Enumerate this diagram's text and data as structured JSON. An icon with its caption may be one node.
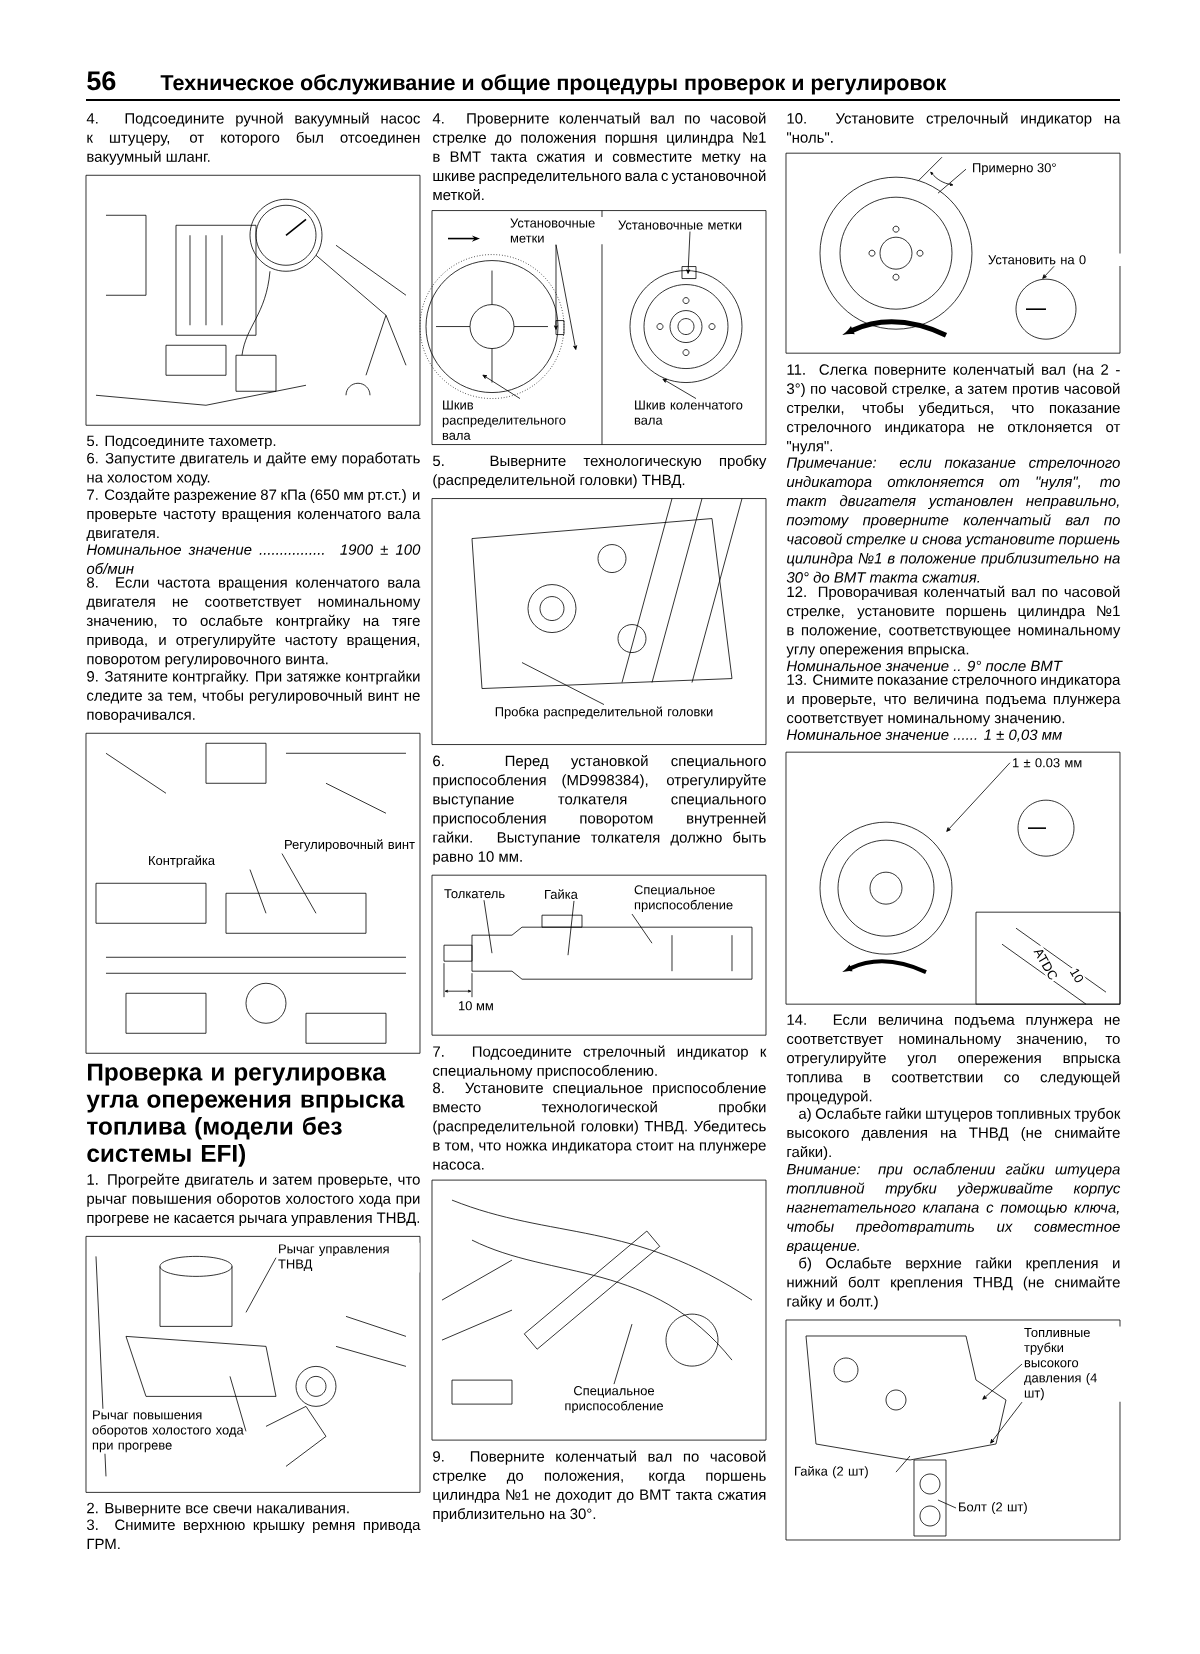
{
  "diagram": {
    "title": "Техническое обслуживание и общие процедуры проверок и регулировок",
    "nodes": [
      {
        "text": [
          "Контргайка"
        ]
      },
      {
        "text": [
          "Регулировочный винт"
        ]
      },
      {
        "text": [
          "Рычаг управления ТНВД"
        ]
      },
      {
        "text": [
          "Рычаг повышения оборотов холостого хода при прогреве"
        ]
      },
      {
        "text": [
          "Установочные метки"
        ]
      },
      {
        "text": [
          "Шкив распределительного вала"
        ]
      },
      {
        "text": [
          "Установочные метки"
        ]
      },
      {
        "text": [
          "Шкив коленчатого вала"
        ]
      },
      {
        "text": [
          "Пробка распределительной головки"
        ]
      },
      {
        "text": [
          "Толкатель"
        ]
      },
      {
        "text": [
          "Гайка"
        ]
      },
      {
        "text": [
          "Специальное приспособление"
        ]
      },
      {
        "text": [
          "Специальное приспособление"
        ]
      },
      {
        "text": [
          "Установить на 0"
        ]
      },
      {
        "text": [
          "1 ± 0.03 мм"
        ]
      },
      {
        "text": [
          "Топливные трубки высокого давления (4 шт)"
        ]
      },
      {
        "text": [
          "Гайка (2 шт)"
        ]
      },
      {
        "text": [
          "Болт (2 шт)"
        ]
      }
    ],
    "edges": [
      {
        "from": 0,
        "to": null,
        "arrow": "none"
      },
      {
        "from": 1,
        "to": null,
        "arrow": "none"
      },
      {
        "from": 2,
        "to": null,
        "arrow": "none"
      },
      {
        "from": 3,
        "to": null,
        "arrow": "none"
      },
      {
        "from": 4,
        "to": null,
        "arrow": "to"
      },
      {
        "from": 4,
        "to": null,
        "arrow": "to"
      },
      {
        "from": 5,
        "to": null,
        "arrow": "to"
      },
      {
        "from": 6,
        "to": null,
        "arrow": "to"
      },
      {
        "from": 7,
        "to": null,
        "arrow": "to"
      },
      {
        "from": 8,
        "to": null,
        "arrow": "none"
      },
      {
        "from": 9,
        "to": null,
        "arrow": "none"
      },
      {
        "from": 10,
        "to": null,
        "arrow": "none"
      },
      {
        "from": 11,
        "to": null,
        "arrow": "none"
      },
      {
        "from": 12,
        "to": null,
        "arrow": "none"
      },
      {
        "from": 13,
        "to": null,
        "arrow": "to"
      },
      {
        "from": 14,
        "to": null,
        "arrow": "to"
      },
      {
        "from": 15,
        "to": null,
        "arrow": "to"
      },
      {
        "from": 15,
        "to": null,
        "arrow": "to"
      },
      {
        "from": 16,
        "to": null,
        "arrow": "none"
      },
      {
        "from": 17,
        "to": null,
        "arrow": "none"
      }
    ],
    "labels": [
      "56",
      "4. Подсоедините ручной вакуумный насос к штуцеру, от которого был отсоединен вакуумный шланг.",
      "5. Подсоедините тахометр.",
      "6. Запустите двигатель и дайте ему поработать на холостом ходу.",
      "7. Создайте разрежение 87 кПа (650 мм рт.ст.) и проверьте частоту вращения коленчатого вала двигателя.",
      "Номинальное значение ................ 1900 ± 100 об/мин",
      "8. Если частота вращения коленчатого вала двигателя не соответствует номинальному значению, то ослабьте контргайку на тяге привода, и отрегулируйте частоту вращения, поворотом регулировочного винта.",
      "9. Затяните контргайку. При затяжке контргайки следите за тем, чтобы регулировочный винт не поворачивался.",
      "Проверка и регулировка угла опережения впрыска топлива (модели без системы EFI)",
      "1. Прогрейте двигатель и затем проверьте, что рычаг повышения оборотов холостого хода при прогреве не касается рычага управления ТНВД.",
      "2. Выверните все свечи накаливания.",
      "3. Снимите верхнюю крышку ремня привода ГРМ.",
      "4. Проверните коленчатый вал по часовой стрелке до положения поршня цилиндра №1 в ВМТ такта сжатия и совместите метку на шкиве распределительного вала с установочной меткой.",
      "5. Выверните технологическую пробку (распределительной головки) ТНВД.",
      "6. Перед установкой специального приспособления (MD998384), отрегулируйте выступание толкателя специального приспособления поворотом внутренней гайки. Выступание толкателя должно быть равно 10 мм.",
      "10 мм",
      "7. Подсоедините стрелочный индикатор к специальному приспособлению.",
      "8. Установите специальное приспособление вместо технологической пробки (распределительной головки) ТНВД. Убедитесь в том, что ножка индикатора стоит на плунжере насоса.",
      "9. Поверните коленчатый вал по часовой стрелке до положения, когда поршень цилиндра №1 не доходит до ВМТ такта сжатия приблизительно на 30°.",
      "10. Установите стрелочный индикатор на \"ноль\".",
      "Примерно 30°",
      "11. Слегка поверните коленчатый вал (на 2 - 3°) по часовой стрелке, а затем против часовой стрелки, чтобы убедиться, что показание стрелочного индикатора не отклоняется от \"нуля\".",
      "Примечание: если показание стрелочного индикатора отклоняется от \"нуля\", то такт двигателя установлен неправильно, поэтому проверните коленчатый вал по часовой стрелке и снова установите поршень цилиндра №1 в положение приблизительно на 30° до ВМТ такта сжатия.",
      "12. Проворачивая коленчатый вал по часовой стрелке, установите поршень цилиндра №1 в положение, соответствующее номинальному углу опережения впрыска.",
      "Номинальное значение .. 9° после ВМТ",
      "13. Снимите показание стрелочного индикатора и проверьте, что величина подъема плунжера соответствует номинальному значению.",
      "Номинальное значение ...... 1 ± 0,03 мм",
      "ATDC",
      "10",
      "14. Если величина подъема плунжера не соответствует номинальному значению, то отрегулируйте угол опережения впрыска топлива в соответствии со следующей процедурой.",
      "а) Ослабьте гайки штуцеров топливных трубок высокого давления на ТНВД (не снимайте гайки).",
      "Внимание: при ослаблении гайки штуцера топливной трубки удерживайте корпус нагнетательного клапана с помощью ключа, чтобы предотвратить их совместное вращение.",
      "б) Ослабьте верхние гайки крепления и нижний болт крепления ТНВД (не снимайте гайку и болт.)"
    ]
  }
}
